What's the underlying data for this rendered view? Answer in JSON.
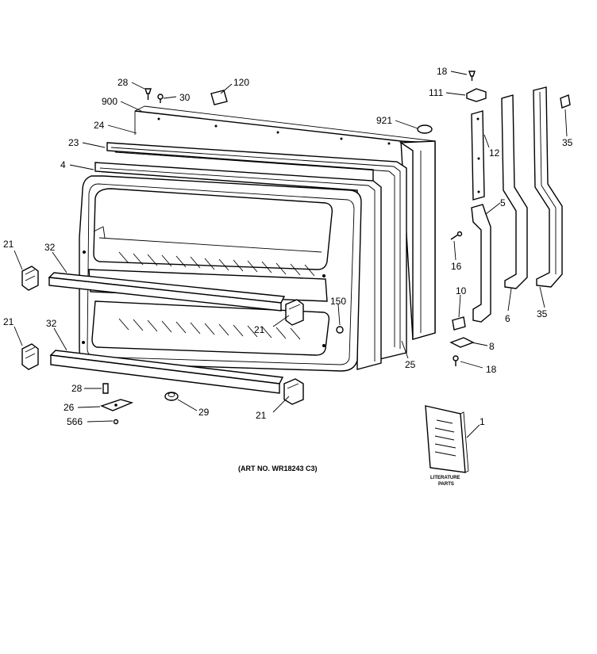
{
  "diagram": {
    "caption": "(ART NO. WR18243 C3)",
    "literature_text": [
      "LITERATURE",
      "PARTS"
    ],
    "labels": {
      "p28_top": "28",
      "p30": "30",
      "p120": "120",
      "p900": "900",
      "p24": "24",
      "p23": "23",
      "p4": "4",
      "p921": "921",
      "p18_top": "18",
      "p111": "111",
      "p12": "12",
      "p35_top": "35",
      "p5": "5",
      "p16": "16",
      "p10": "10",
      "p150": "150",
      "p21_a": "21",
      "p21_b": "21",
      "p21_c": "21",
      "p21_d": "21",
      "p32_a": "32",
      "p32_b": "32",
      "p6": "6",
      "p35_bot": "35",
      "p25": "25",
      "p8": "8",
      "p18_bot": "18",
      "p28_bot": "28",
      "p26": "26",
      "p566": "566",
      "p29": "29",
      "p1": "1"
    }
  }
}
